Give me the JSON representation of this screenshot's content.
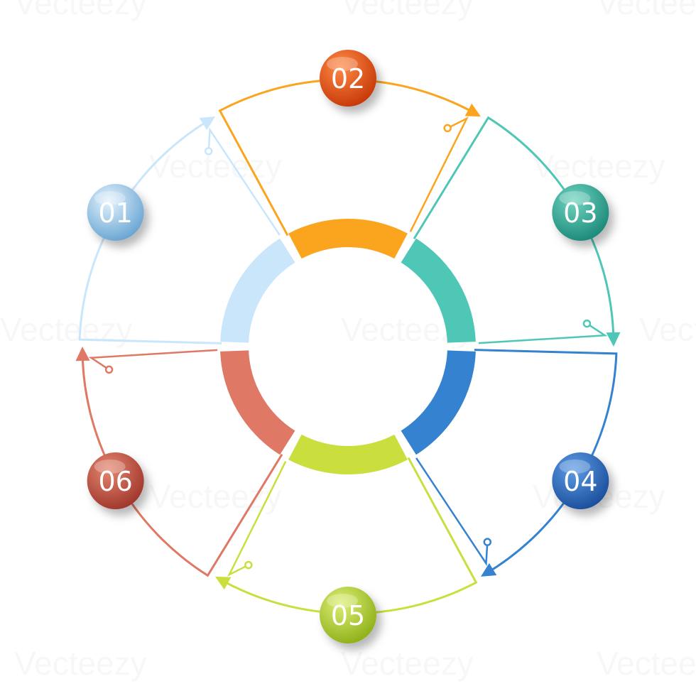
{
  "diagram": {
    "segments": [
      {
        "label": "01",
        "color": "#c9e6fb"
      },
      {
        "label": "02",
        "color": "#fba51f"
      },
      {
        "label": "03",
        "color": "#4fc7b6"
      },
      {
        "label": "04",
        "color": "#3582d1"
      },
      {
        "label": "05",
        "color": "#cadf3e"
      },
      {
        "label": "06",
        "color": "#df7865"
      }
    ],
    "badge_colors": {
      "01": {
        "light": "#e4f3fd",
        "dark": "#6aa6d3"
      },
      "02": {
        "light": "#ff8a47",
        "dark": "#c73a08"
      },
      "03": {
        "light": "#6fd4c0",
        "dark": "#1d8a7a"
      },
      "04": {
        "light": "#5c9ce6",
        "dark": "#1c4f9c"
      },
      "05": {
        "light": "#dcef74",
        "dark": "#8fb11a"
      },
      "06": {
        "light": "#e58670",
        "dark": "#a0382d"
      }
    }
  },
  "watermark": {
    "text": "Vecteezy"
  }
}
